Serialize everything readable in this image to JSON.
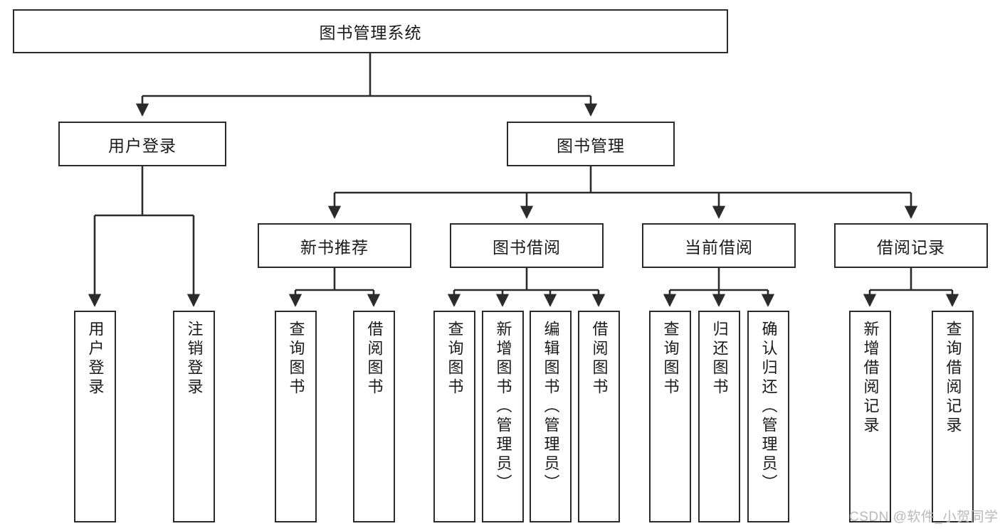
{
  "diagram": {
    "type": "hierarchy-tree",
    "title": "图书管理系统",
    "nodes": {
      "root": {
        "label": "图书管理系统"
      },
      "level2": [
        {
          "id": "user-login",
          "label": "用户登录"
        },
        {
          "id": "book-management",
          "label": "图书管理"
        }
      ],
      "level3": [
        {
          "id": "new-book-recommend",
          "label": "新书推荐"
        },
        {
          "id": "book-borrow",
          "label": "图书借阅"
        },
        {
          "id": "current-borrow",
          "label": "当前借阅"
        },
        {
          "id": "borrow-record",
          "label": "借阅记录"
        }
      ],
      "leaves": {
        "user-login": [
          {
            "id": "leaf-user-login",
            "label": "用户登录"
          },
          {
            "id": "leaf-logout-login",
            "label": "注销登录"
          }
        ],
        "new-book-recommend": [
          {
            "id": "leaf-query-book-1",
            "label": "查询图书"
          },
          {
            "id": "leaf-borrow-book-1",
            "label": "借阅图书"
          }
        ],
        "book-borrow": [
          {
            "id": "leaf-query-book-2",
            "label": "查询图书"
          },
          {
            "id": "leaf-add-book",
            "label": "新增图书（管理员）"
          },
          {
            "id": "leaf-edit-book",
            "label": "编辑图书（管理员）"
          },
          {
            "id": "leaf-borrow-book-2",
            "label": "借阅图书"
          }
        ],
        "current-borrow": [
          {
            "id": "leaf-query-book-3",
            "label": "查询图书"
          },
          {
            "id": "leaf-return-book",
            "label": "归还图书"
          },
          {
            "id": "leaf-confirm-return",
            "label": "确认归还（管理员）"
          }
        ],
        "borrow-record": [
          {
            "id": "leaf-add-borrow-record",
            "label": "新增借阅记录"
          },
          {
            "id": "leaf-query-borrow-record",
            "label": "查询借阅记录"
          }
        ]
      }
    },
    "colors": {
      "stroke": "#2b2b2b",
      "fill": "#ffffff",
      "text": "#1a1a1a",
      "watermark": "#b9b9b9"
    }
  },
  "watermark": {
    "text": "CSDN @软件_小贺同学"
  }
}
